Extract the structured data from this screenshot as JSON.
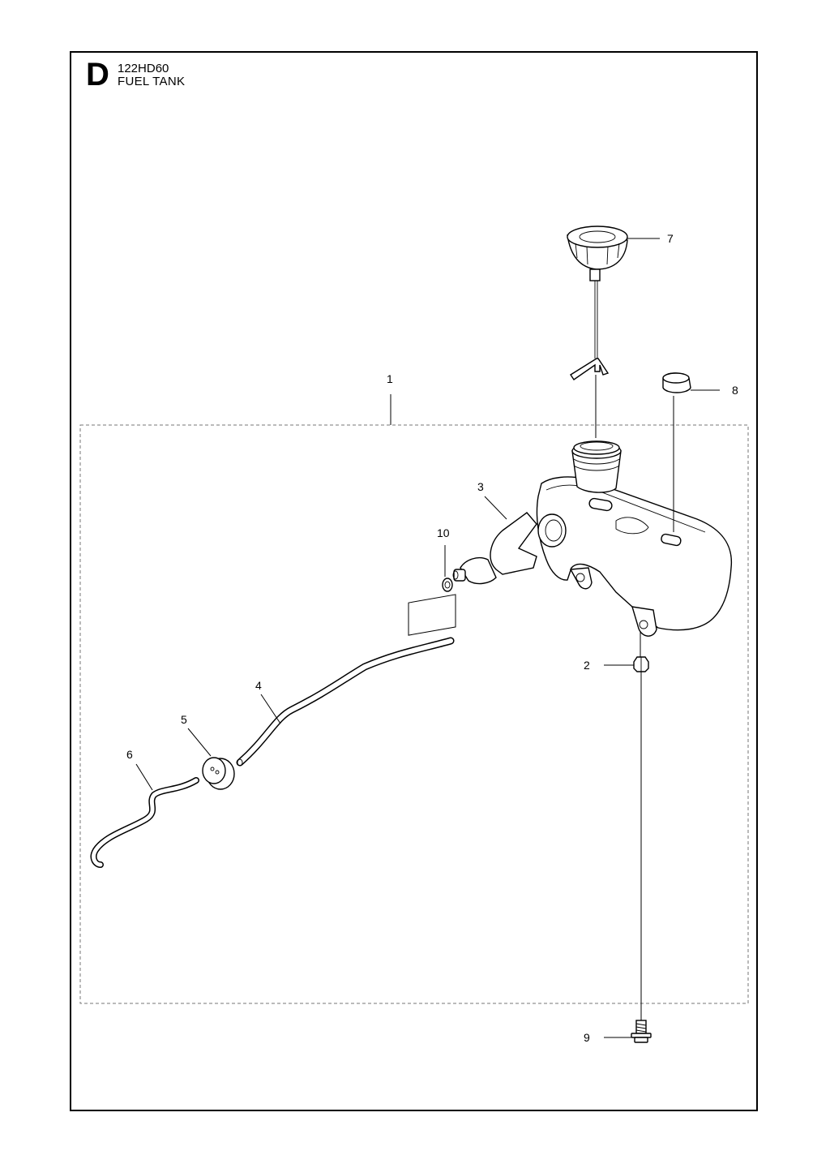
{
  "header": {
    "section_letter": "D",
    "model": "122HD60",
    "title": "FUEL TANK"
  },
  "callouts": {
    "c1": "1",
    "c2": "2",
    "c3": "3",
    "c4": "4",
    "c5": "5",
    "c6": "6",
    "c7": "7",
    "c8": "8",
    "c9": "9",
    "c10": "10"
  }
}
